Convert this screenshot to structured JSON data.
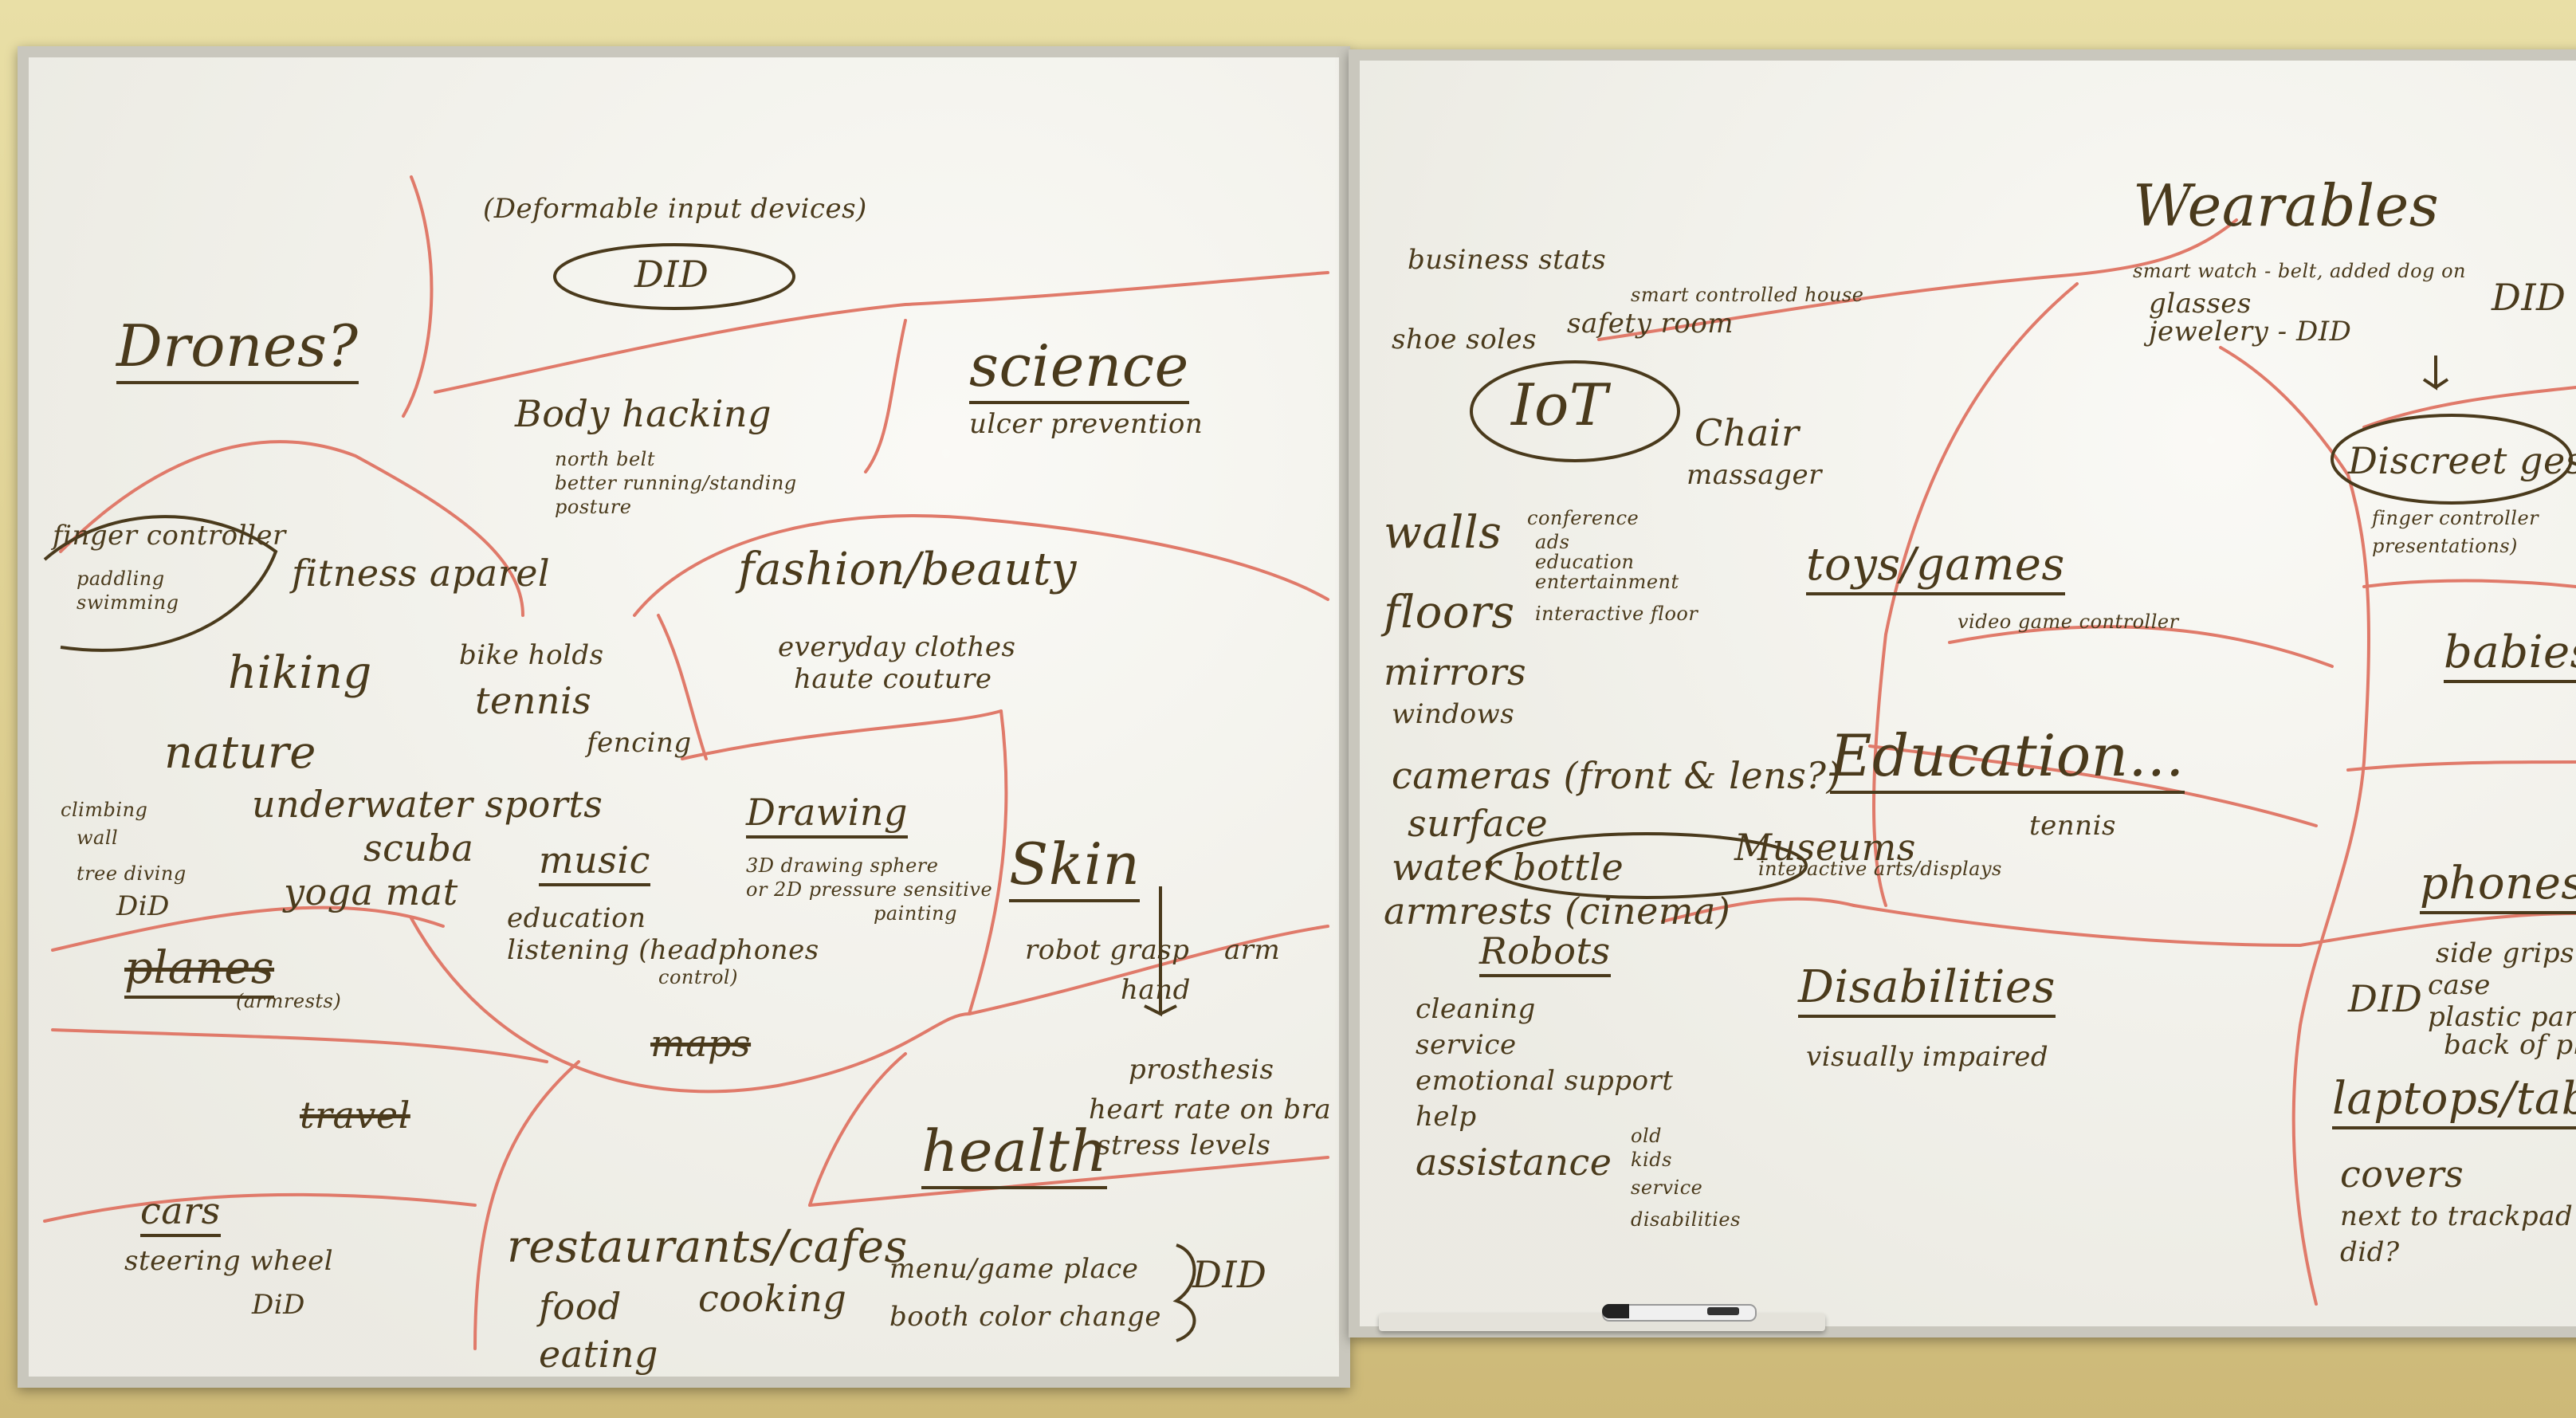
{
  "left_board": {
    "deformable": "(Deformable input devices)",
    "did_oval": "DID",
    "drones": "Drones?",
    "science": "science",
    "ulcer": "ulcer prevention",
    "body_hacking": "Body hacking",
    "body_note1": "north belt",
    "body_note2": "better running/standing",
    "body_note3": "posture",
    "finger_controller": "finger controller",
    "paddling": "paddling",
    "swimming": "swimming",
    "fitness": "fitness aparel",
    "hiking": "hiking",
    "bike": "bike holds",
    "tennis": "tennis",
    "fencing": "fencing",
    "nature": "nature",
    "climbing1": "climbing",
    "climbing2": "wall",
    "underwater": "underwater sports",
    "scuba": "scuba",
    "yoga": "yoga mat",
    "diving1": "tree diving",
    "diving2": "DiD",
    "fashion": "fashion/beauty",
    "everyday": "everyday clothes",
    "haute": "haute couture",
    "drawing": "Drawing",
    "drawing_note1": "3D drawing sphere",
    "drawing_note2": "or 2D pressure sensitive",
    "drawing_note3": "painting",
    "music": "music",
    "education": "education",
    "listening": "listening (headphones",
    "control": "control)",
    "skin": "Skin",
    "robot_grasp": "robot grasp",
    "hand": "hand",
    "arm": "arm",
    "prosthesis": "prosthesis",
    "planes": "planes",
    "planes_note": "(armrests)",
    "maps": "maps",
    "travel": "travel",
    "health": "health",
    "heart1": "heart rate on bra",
    "heart2": "stress levels",
    "cars": "cars",
    "steering": "steering wheel",
    "cars_did": "DiD",
    "restaurants": "restaurants/cafes",
    "menu": "menu/game place",
    "food": "food",
    "cooking": "cooking",
    "booth": "booth color change",
    "eating": "eating",
    "did_right": "DID"
  },
  "right_board": {
    "business": "business stats",
    "shoe": "shoe soles",
    "safety": "safety room",
    "smart_house": "smart controlled house",
    "iot": "IoT",
    "chair1": "Chair",
    "chair2": "massager",
    "walls": "walls",
    "walls_n1": "conference",
    "walls_n2": "ads",
    "walls_n3": "education",
    "walls_n4": "entertainment",
    "walls_n5": "interactive floor",
    "floors": "floors",
    "mirrors": "mirrors",
    "windows": "windows",
    "cameras": "cameras (front & lens?)",
    "surface": "surface",
    "water": "water bottle",
    "armrests": "armrests (cinema)",
    "wearables": "Wearables",
    "smartwatch": "smart watch - belt, added dog on",
    "glasses": "glasses",
    "jewelery": "jewelery - DID",
    "wear_did": "DID",
    "discreet": "Discreet gesture",
    "finger_ctrl1": "finger controller",
    "finger_ctrl2": "presentations)",
    "toys": "toys/games",
    "video": "video game controller",
    "babies": "babies/kids",
    "education": "Education...",
    "edu_tennis": "tennis",
    "museums": "Museums",
    "interactive_arts": "interactive arts/displays",
    "phones": "phones",
    "side_grips": "side grips",
    "case": "case",
    "plastic": "plastic parts",
    "back": "back of phone",
    "phones_did": "DID",
    "robots": "Robots",
    "cleaning": "cleaning",
    "service": "service",
    "emotional": "emotional support",
    "help": "help",
    "assistance": "assistance",
    "old": "old",
    "kids": "kids",
    "service2": "service",
    "disabilities_n": "disabilities",
    "disabilities": "Disabilities",
    "visually": "visually impaired",
    "laptops": "laptops/tablets",
    "covers": "covers",
    "trackpad": "next to trackpad",
    "did_q": "did?"
  }
}
